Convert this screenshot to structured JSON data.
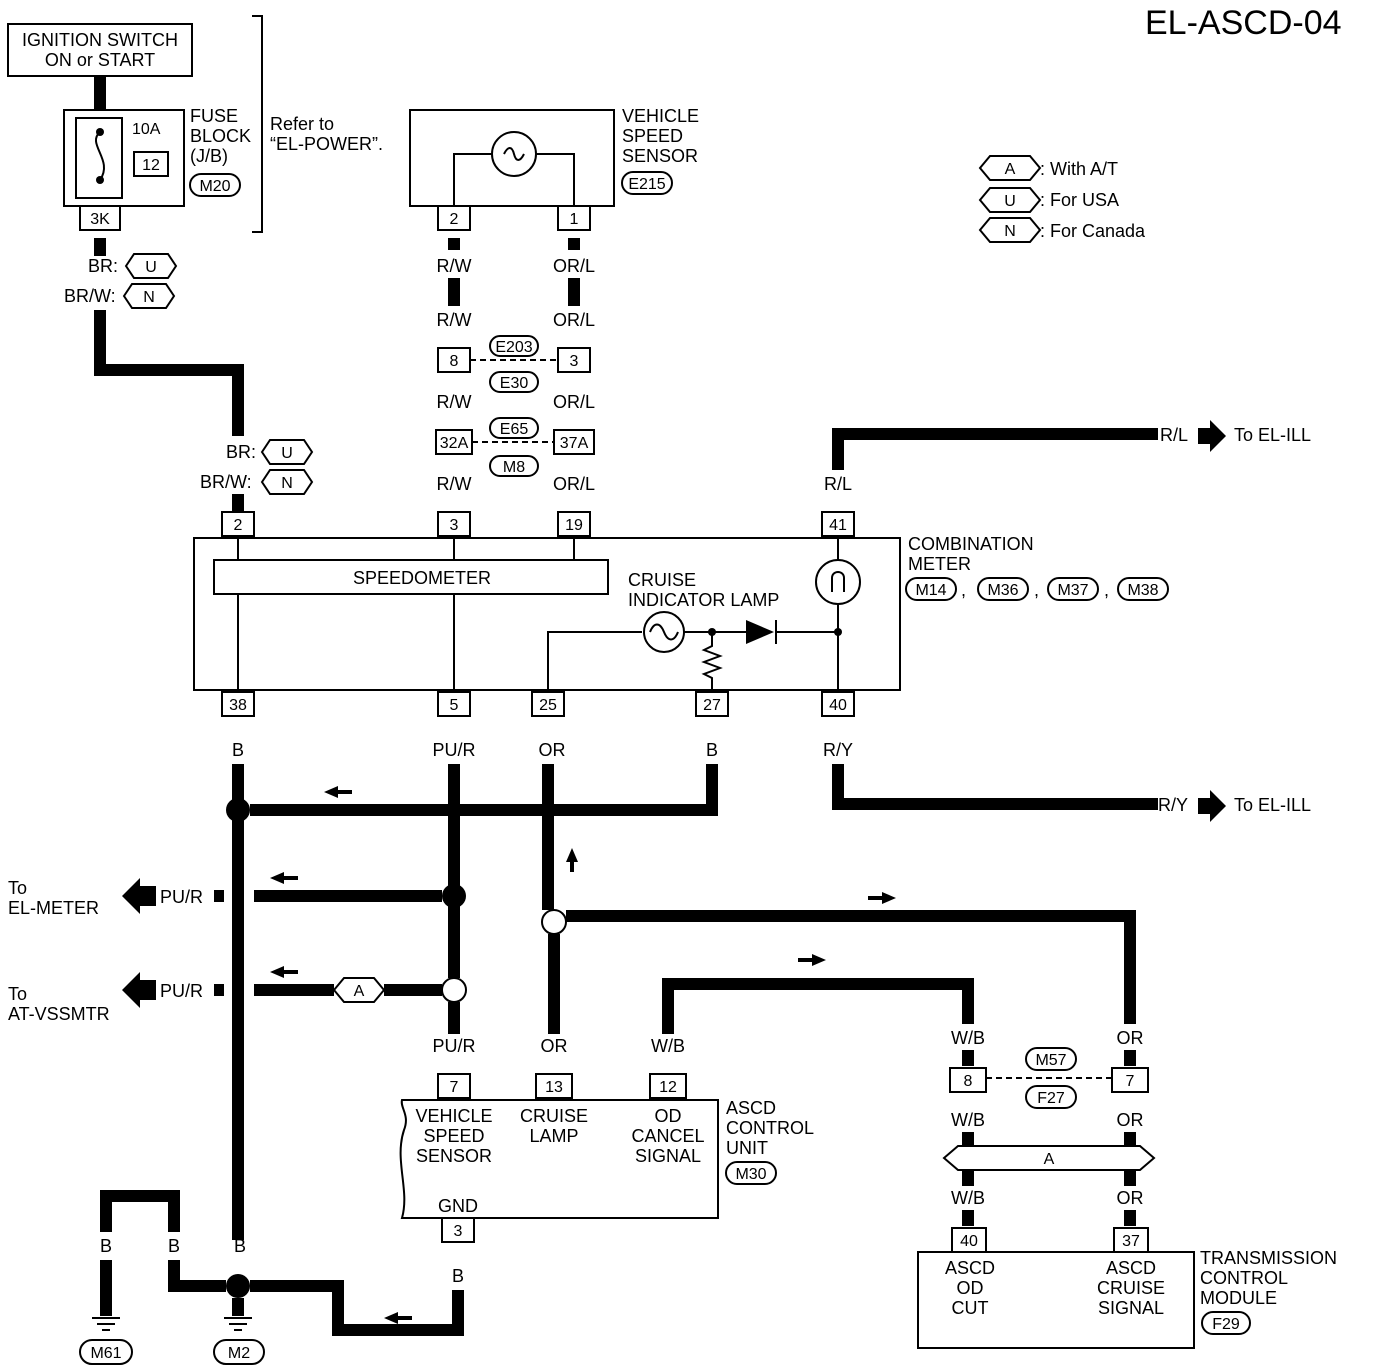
{
  "title": "EL-ASCD-04",
  "ignition": {
    "line1": "IGNITION SWITCH",
    "line2": "ON or START"
  },
  "fuse": {
    "amp": "10A",
    "num": "12",
    "block1": "FUSE",
    "block2": "BLOCK",
    "block3": "(J/B)",
    "conn": "M20",
    "pin": "3K"
  },
  "refer": {
    "line1": "Refer to",
    "line2": "“EL-POWER”."
  },
  "vss": {
    "line1": "VEHICLE",
    "line2": "SPEED",
    "line3": "SENSOR",
    "conn": "E215",
    "pin_a": "2",
    "pin_b": "1"
  },
  "legend": [
    {
      "tag": "A",
      "text": ": With A/T"
    },
    {
      "tag": "U",
      "text": ": For USA"
    },
    {
      "tag": "N",
      "text": ": For Canada"
    }
  ],
  "wires": {
    "br": "BR:",
    "brw": "BR/W:",
    "rw": "R/W",
    "orl": "OR/L",
    "rl": "R/L",
    "ry": "R/Y",
    "b": "B",
    "pur": "PU/R",
    "or": "OR",
    "wb": "W/B"
  },
  "tags": {
    "u": "U",
    "n": "N",
    "a": "A"
  },
  "connectors": {
    "e203": "E203",
    "e30": "E30",
    "e65": "E65",
    "m8": "M8",
    "m57": "M57",
    "f27": "F27",
    "m61": "M61",
    "m2": "M2"
  },
  "joint_pins": {
    "p8": "8",
    "p3": "3",
    "p32a": "32A",
    "p37a": "37A",
    "p8b": "8",
    "p7b": "7"
  },
  "meter": {
    "name1": "COMBINATION",
    "name2": "METER",
    "conns": [
      "M14",
      "M36",
      "M37",
      "M38"
    ],
    "speedometer": "SPEEDOMETER",
    "lamp1": "CRUISE",
    "lamp2": "INDICATOR LAMP",
    "pins_top": [
      "2",
      "3",
      "19",
      "41"
    ],
    "pins_bot": [
      "38",
      "5",
      "25",
      "27",
      "40"
    ]
  },
  "to_ill": "To EL-ILL",
  "to_meter": {
    "line1": "To",
    "line2": "EL-METER"
  },
  "to_at": {
    "line1": "To",
    "line2": "AT-VSSMTR"
  },
  "ascd": {
    "name1": "ASCD",
    "name2": "CONTROL",
    "name3": "UNIT",
    "conn": "M30",
    "pins": [
      "7",
      "13",
      "12",
      "3"
    ],
    "vss1": "VEHICLE",
    "vss2": "SPEED",
    "vss3": "SENSOR",
    "cl1": "CRUISE",
    "cl2": "LAMP",
    "od1": "OD",
    "od2": "CANCEL",
    "od3": "SIGNAL",
    "gnd": "GND"
  },
  "tcm": {
    "name1": "TRANSMISSION",
    "name2": "CONTROL",
    "name3": "MODULE",
    "conn": "F29",
    "pins": [
      "40",
      "37"
    ],
    "odcut1": "ASCD",
    "odcut2": "OD",
    "odcut3": "CUT",
    "cs1": "ASCD",
    "cs2": "CRUISE",
    "cs3": "SIGNAL"
  }
}
